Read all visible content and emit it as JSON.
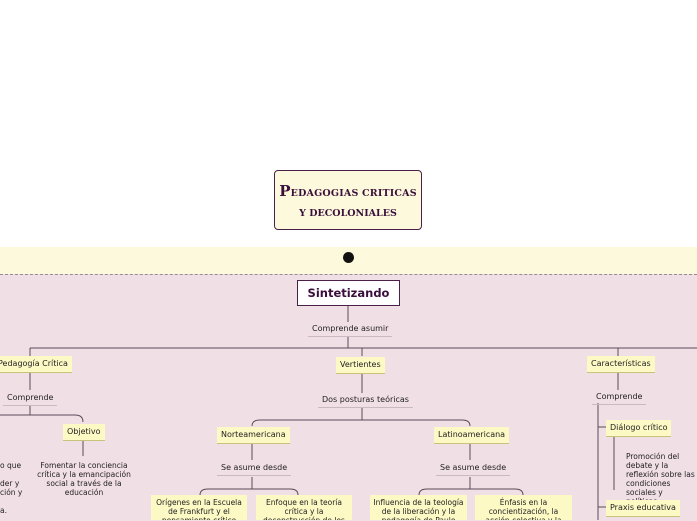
{
  "title": {
    "cap": "P",
    "line1_rest": "EDAGOGIAS CRITICAS",
    "line2": "Y DECOLONIALES"
  },
  "main_node": "Sintetizando",
  "comprende_asumir": "Comprende asumir",
  "left": {
    "node": "Pedagogía Crítica",
    "comprende": "Comprende",
    "objetivo": "Objetivo",
    "objetivo_text": "Fomentar la conciencia crítica y la emancipación social a través de la educación",
    "clipped_lines": [
      "o que",
      "der y",
      "ción y",
      "a."
    ]
  },
  "center": {
    "node": "Vertientes",
    "dos_posturas": "Dos posturas teóricas",
    "norte": {
      "node": "Norteamericana",
      "se_asume": "Se asume desde",
      "card1": "Orígenes en la Escuela de Frankfurt y el pensamiento crítico",
      "card2": "Enfoque en la teoría crítica y la deconstrucción de los"
    },
    "latino": {
      "node": "Latinoamericana",
      "se_asume": "Se asume desde",
      "card1": "Influencia de la teología de la liberación y la pedagogía de Paulo",
      "card2": "Énfasis en la concientización, la acción colectiva y la"
    }
  },
  "right": {
    "node": "Características",
    "comprende": "Comprende",
    "dialogo": "Diálogo crítico",
    "dialogo_text": "Promoción del debate y la reflexión sobre las condiciones sociales y políticas.",
    "praxis": "Praxis educativa"
  }
}
